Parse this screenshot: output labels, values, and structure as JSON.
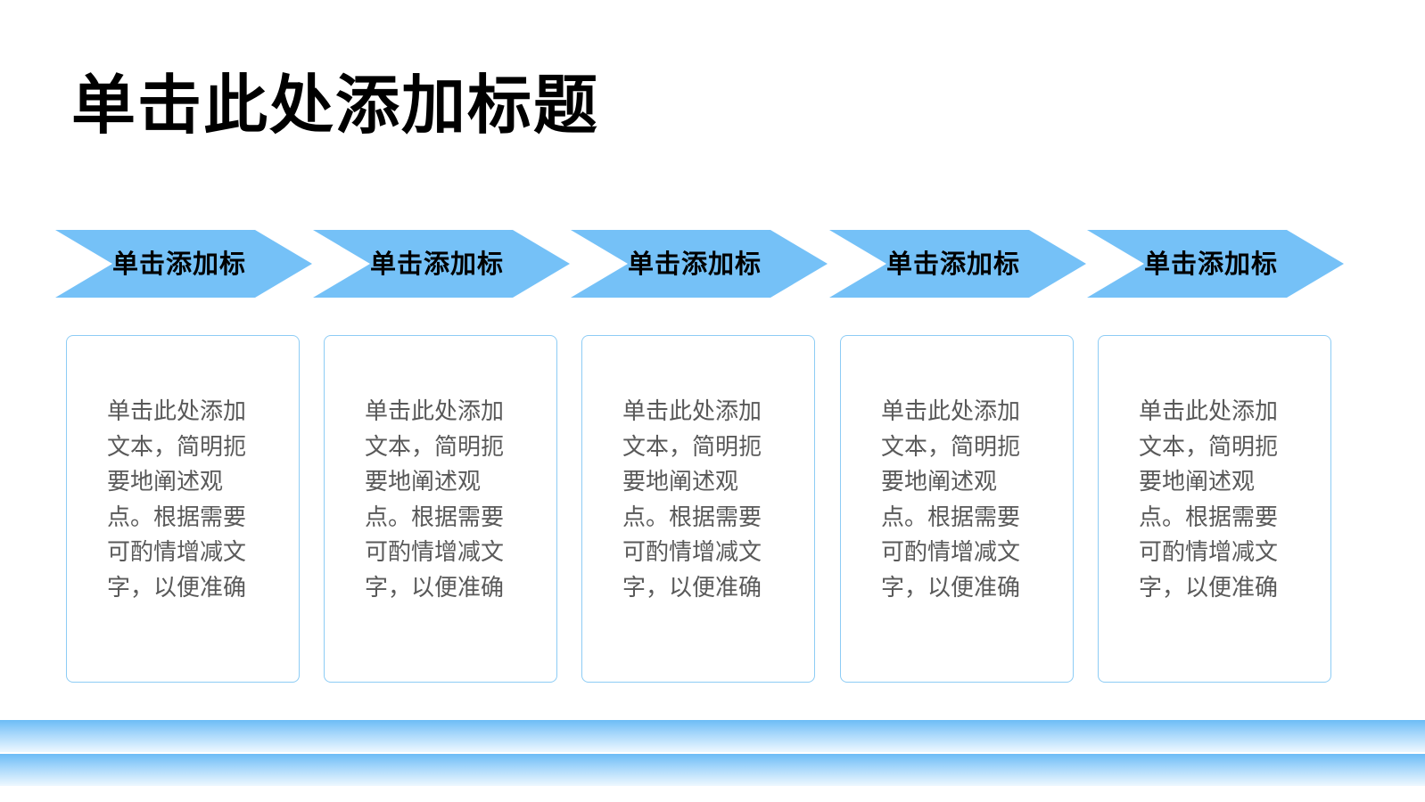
{
  "slide": {
    "title": "单击此处添加标题"
  },
  "steps": [
    {
      "label": "单击添加标",
      "text": "单击此处添加文本，简明扼要地阐述观点。根据需要可酌情增减文字，以便准确"
    },
    {
      "label": "单击添加标",
      "text": "单击此处添加文本，简明扼要地阐述观点。根据需要可酌情增减文字，以便准确"
    },
    {
      "label": "单击添加标",
      "text": "单击此处添加文本，简明扼要地阐述观点。根据需要可酌情增减文字，以便准确"
    },
    {
      "label": "单击添加标",
      "text": "单击此处添加文本，简明扼要地阐述观点。根据需要可酌情增减文字，以便准确"
    },
    {
      "label": "单击添加标",
      "text": "单击此处添加文本，简明扼要地阐述观点。根据需要可酌情增减文字，以便准确"
    }
  ],
  "colors": {
    "chevron": "#75c1f7",
    "card_border": "#8dccf5",
    "title": "#000000",
    "body_text": "#595959",
    "footer_band": "#6cbcf6"
  }
}
